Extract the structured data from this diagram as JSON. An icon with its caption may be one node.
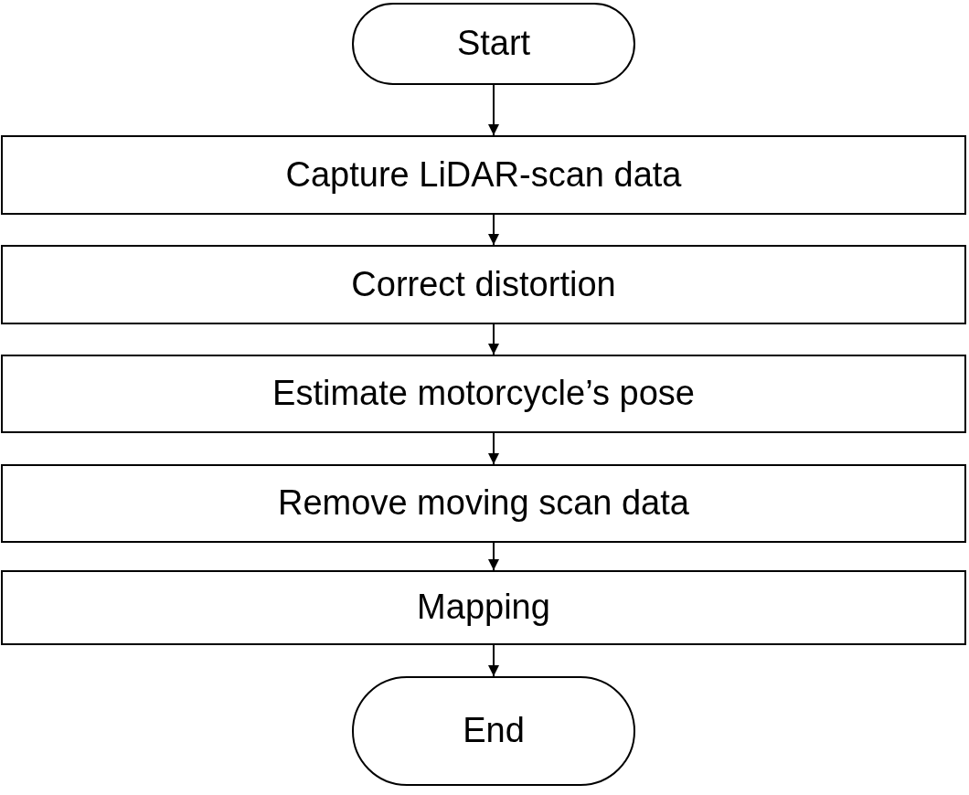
{
  "diagram": {
    "nodes": [
      {
        "text": [
          "Start"
        ]
      },
      {
        "text": [
          "Capture LiDAR-scan data"
        ]
      },
      {
        "text": [
          "Correct distortion"
        ]
      },
      {
        "text": [
          "Estimate motorcycle’s pose"
        ]
      },
      {
        "text": [
          "Remove moving scan data"
        ]
      },
      {
        "text": [
          "Mapping"
        ]
      },
      {
        "text": [
          "End"
        ]
      }
    ],
    "edges": [
      {
        "from": 0,
        "to": 1,
        "arrow": "to"
      },
      {
        "from": 1,
        "to": 2,
        "arrow": "to"
      },
      {
        "from": 2,
        "to": 3,
        "arrow": "to"
      },
      {
        "from": 3,
        "to": 4,
        "arrow": "to"
      },
      {
        "from": 4,
        "to": 5,
        "arrow": "to"
      },
      {
        "from": 5,
        "to": 6,
        "arrow": "to"
      }
    ]
  }
}
